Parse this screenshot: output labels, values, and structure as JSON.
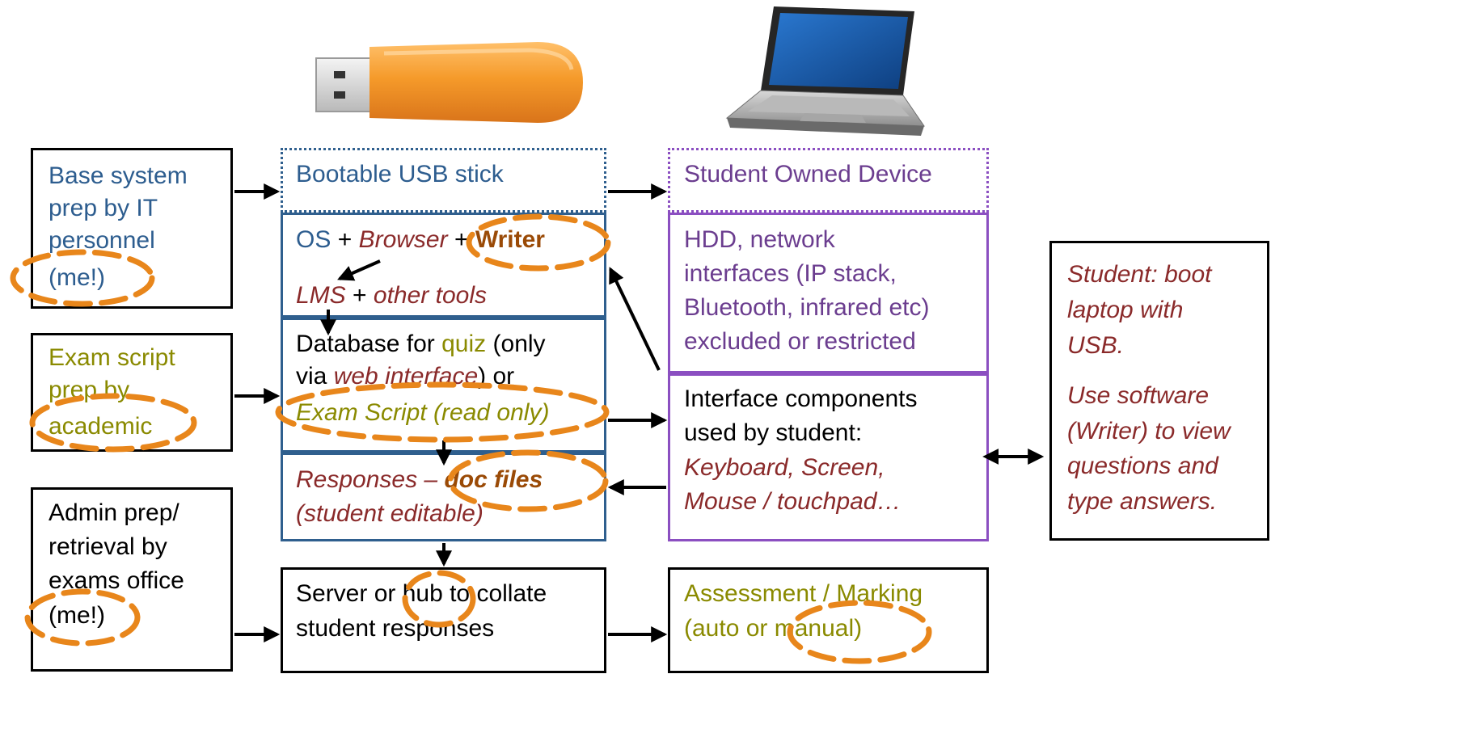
{
  "colors": {
    "blue_text": "#2d5d8f",
    "olive_text": "#8a8a00",
    "purple_text": "#6b3d8f",
    "red_text": "#8a2a2a",
    "blue_border": "#2f5f8e",
    "purple_border": "#8b4fc1",
    "dashed_ellipse": "#e8861b",
    "usb_orange": "#f59a2a",
    "laptop_screen": "#1e5fb0"
  },
  "icons": {
    "usb": "usb-stick-icon",
    "laptop": "laptop-icon"
  },
  "left": {
    "base": {
      "lines": [
        "Base system",
        "prep by IT",
        "personnel",
        "(me!)"
      ]
    },
    "exam": {
      "lines": [
        "Exam script",
        "prep by",
        "academic"
      ]
    },
    "admin": {
      "lines": [
        "Admin prep/",
        "retrieval by",
        "exams office",
        "(me!)"
      ]
    }
  },
  "usb_column": {
    "title": "Bootable USB stick",
    "os": {
      "os": "OS",
      "plus1": "+",
      "browser": "Browser",
      "plus2": "+",
      "writer": "Writer",
      "lms": "LMS",
      "plus3": "+",
      "other_tools": "other tools"
    },
    "db": {
      "prefix": "Database for",
      "quiz": "quiz",
      "only": "(only",
      "via": "via",
      "web_interface": "web interface",
      "or": ") or",
      "exam_script": "Exam Script (read only)"
    },
    "responses": {
      "label": "Responses –",
      "doc_files": "doc files",
      "editable": "(student editable)"
    }
  },
  "device_column": {
    "title": "Student Owned Device",
    "hdd_lines": [
      "HDD, network",
      "interfaces (IP stack,",
      "Bluetooth, infrared etc)",
      "excluded or restricted"
    ],
    "interface": {
      "line1": "Interface components",
      "line2": "used by student:",
      "line3": "Keyboard, Screen,",
      "line4": "Mouse / touchpad…"
    }
  },
  "server": {
    "lines": [
      "Server or hub to collate",
      "student responses"
    ]
  },
  "assessment": {
    "line1": "Assessment / Marking",
    "line2": "(auto or manual)"
  },
  "right_note": {
    "line1": "Student: boot",
    "line2": "laptop with",
    "line3": "USB.",
    "line4": "Use software",
    "line5": "(Writer) to view",
    "line6": "questions and",
    "line7": "type answers."
  }
}
